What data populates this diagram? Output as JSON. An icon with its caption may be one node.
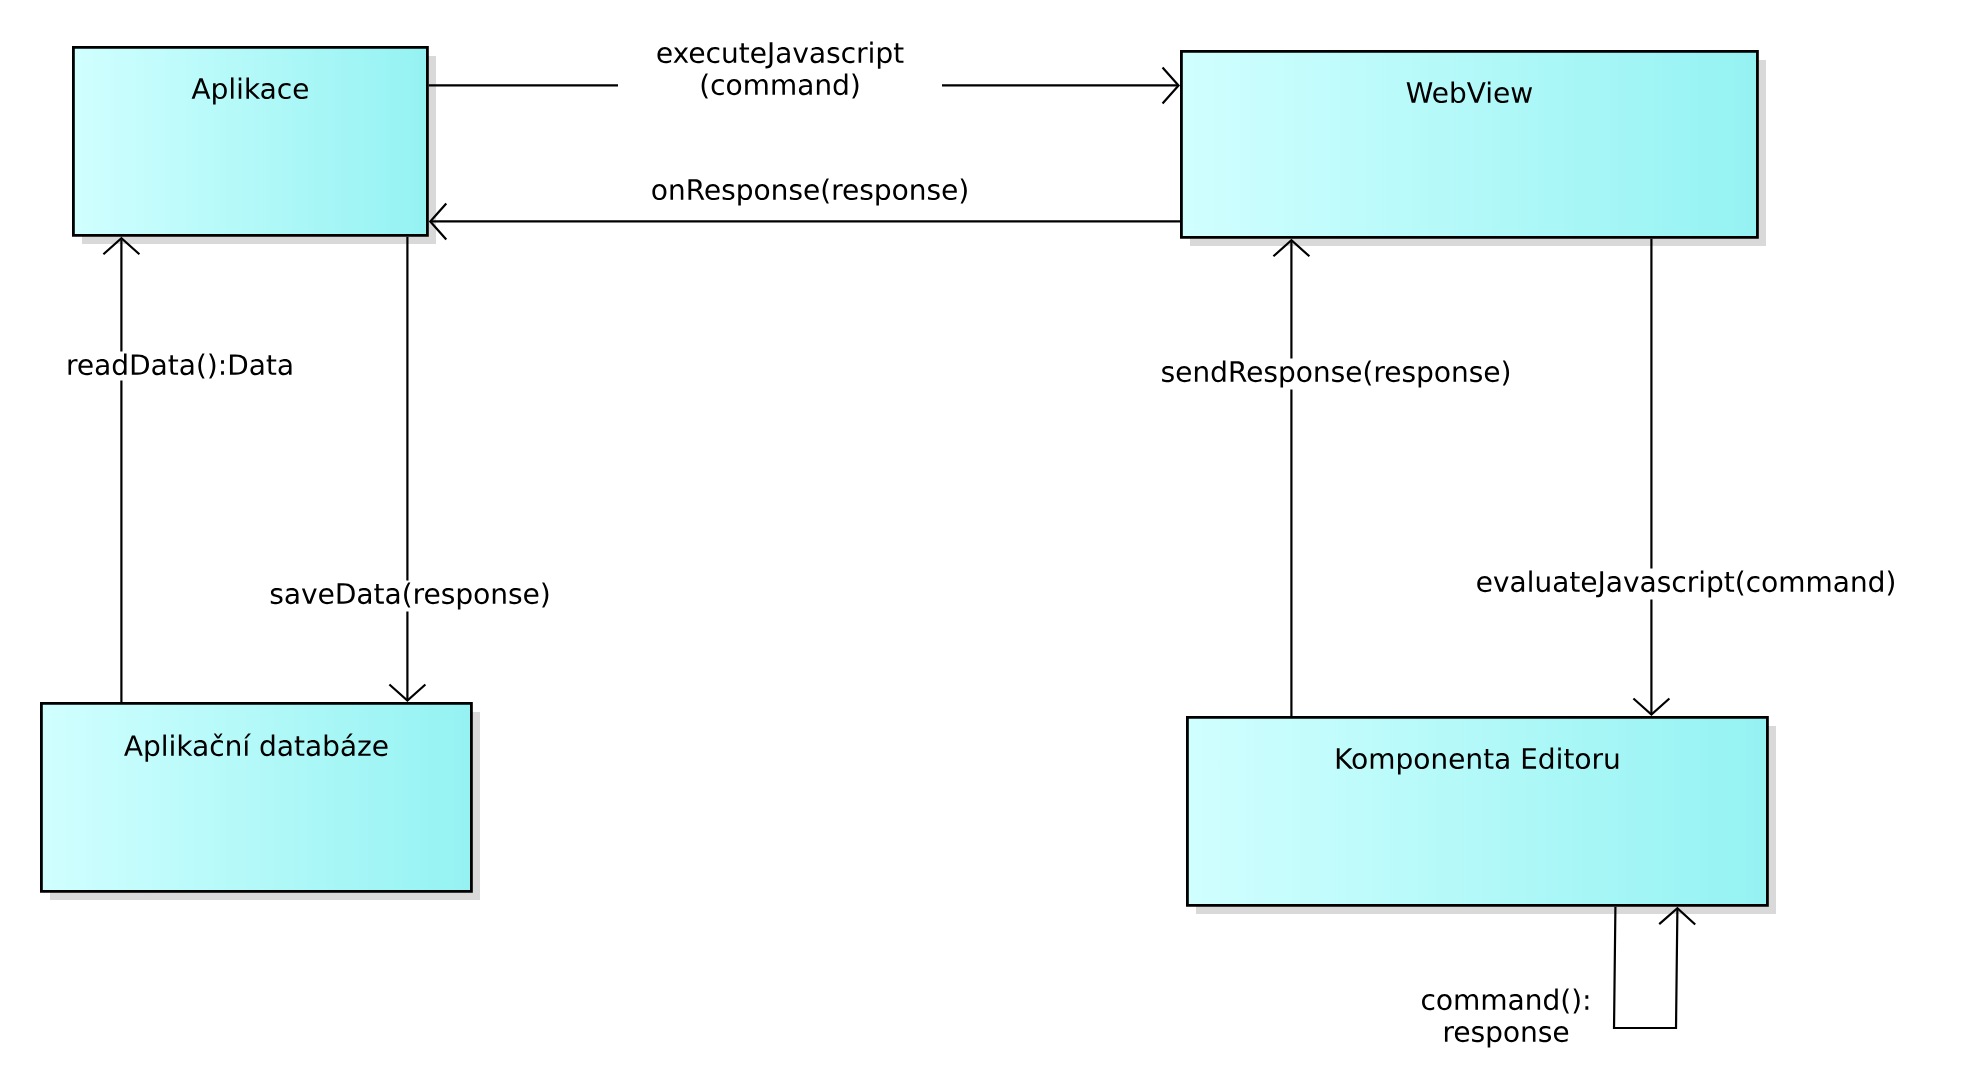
{
  "diagram": {
    "nodes": [
      {
        "text": [
          "Aplikace"
        ]
      },
      {
        "text": [
          "WebView"
        ]
      },
      {
        "text": [
          "Aplikační databáze"
        ]
      },
      {
        "text": [
          "Komponenta Editoru"
        ]
      }
    ],
    "edges": [
      {
        "from": 0,
        "to": 1,
        "arrow": "to",
        "label": "executeJavascript (command)"
      },
      {
        "from": 1,
        "to": 0,
        "arrow": "to",
        "label": "onResponse(response)"
      },
      {
        "from": 2,
        "to": 0,
        "arrow": "to",
        "label": "readData():Data"
      },
      {
        "from": 0,
        "to": 2,
        "arrow": "to",
        "label": "saveData(response)"
      },
      {
        "from": 3,
        "to": 1,
        "arrow": "to",
        "label": "sendResponse(response)"
      },
      {
        "from": 1,
        "to": 3,
        "arrow": "to",
        "label": "evaluateJavascript(command)"
      },
      {
        "from": 3,
        "to": 3,
        "arrow": "to",
        "label": "command(): response"
      }
    ]
  }
}
